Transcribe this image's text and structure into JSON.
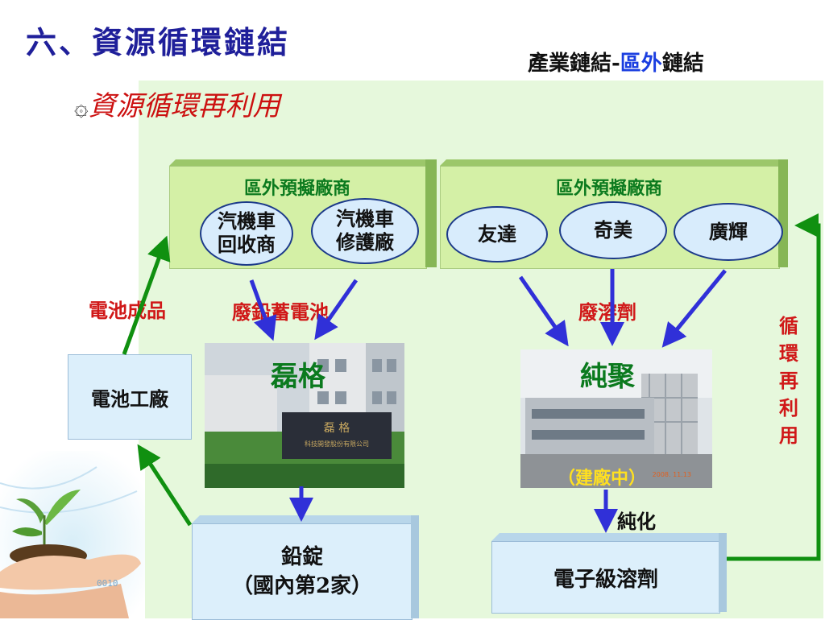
{
  "slide": {
    "title": "六、資源循環鏈結",
    "subtitle_part1": "產業鏈結-",
    "subtitle_part2": "區外",
    "subtitle_part3": "鏈結",
    "section_star": "۞",
    "section_text": "資源循環再利用"
  },
  "left_group": {
    "header": "區外預擬廠商",
    "oval1_line1": "汽機車",
    "oval1_line2": "回收商",
    "oval2_line1": "汽機車",
    "oval2_line2": "修護廠",
    "label_battery_product": "電池成品",
    "label_waste_battery": "廢鉛蓄電池",
    "battery_factory": "電池工廠",
    "company": "磊格",
    "photo_sign": "磊 格",
    "photo_sign_sub": "科技開發股份有限公司",
    "lead_line1": "鉛錠",
    "lead_line2": "（國內第2家）"
  },
  "right_group": {
    "header": "區外預擬廠商",
    "oval1": "友達",
    "oval2": "奇美",
    "oval3": "廣輝",
    "label_waste_solvent": "廢溶劑",
    "company": "純聚",
    "under_construction": "（建廠中）",
    "photo_date": "2008. 11.13",
    "purify": "純化",
    "output": "電子級溶劑",
    "recycle_vertical": [
      "循",
      "環",
      "再",
      "利",
      "用"
    ]
  },
  "colors": {
    "title": "#1f1f9a",
    "green_arrow": "#109010",
    "blue_arrow": "#3030d8",
    "red_text": "#d01818",
    "header_green": "#0b7a1e"
  }
}
